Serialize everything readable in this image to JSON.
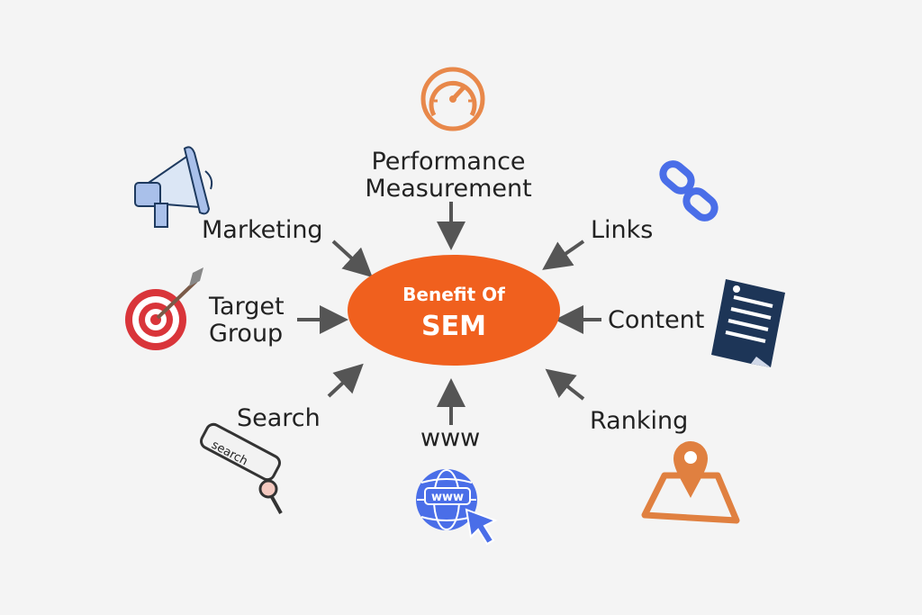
{
  "center": {
    "line1": "Benefit Of",
    "line2": "SEM"
  },
  "nodes": {
    "performance": {
      "line1": "Performance",
      "line2": "Measurement",
      "icon": "speedometer-icon"
    },
    "marketing": {
      "label": "Marketing",
      "icon": "megaphone-icon"
    },
    "links": {
      "label": "Links",
      "icon": "chain-link-icon"
    },
    "target_group": {
      "line1": "Target",
      "line2": "Group",
      "icon": "target-icon"
    },
    "content": {
      "label": "Content",
      "icon": "document-icon"
    },
    "search": {
      "label": "Search",
      "icon": "search-bar-icon",
      "icon_text": "search"
    },
    "www": {
      "label": "www",
      "icon": "globe-www-icon",
      "icon_text": "www"
    },
    "ranking": {
      "label": "Ranking",
      "icon": "map-pin-icon"
    }
  },
  "colors": {
    "hub": "#f0601e",
    "arrow": "#555555",
    "orange_icon": "#e8884a",
    "blue_icon": "#4a6ee8",
    "navy_doc": "#1d3557"
  }
}
